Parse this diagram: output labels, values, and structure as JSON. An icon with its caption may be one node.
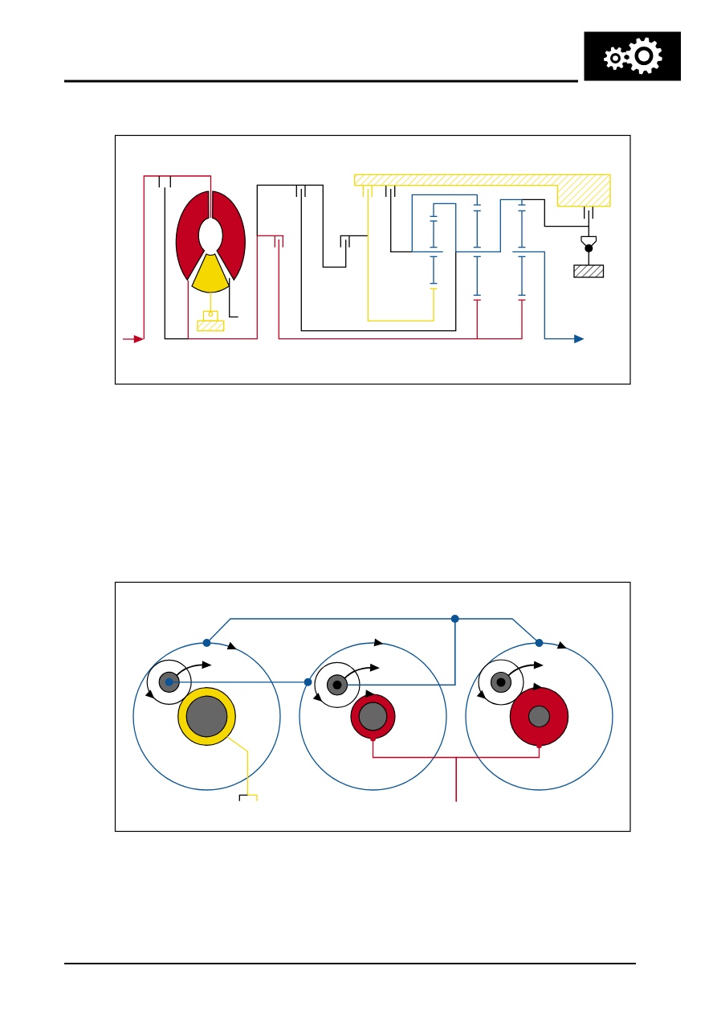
{
  "diagram": {
    "nodes": [
      {
        "text": [],
        "shape": "circle"
      },
      {
        "text": [],
        "shape": "circle",
        "in": 0
      },
      {
        "text": [],
        "shape": "circle",
        "in": 0
      },
      {
        "text": [],
        "shape": "circle"
      },
      {
        "text": [],
        "shape": "circle",
        "in": 3
      },
      {
        "text": [],
        "shape": "circle",
        "in": 3
      },
      {
        "text": [],
        "shape": "circle"
      },
      {
        "text": [],
        "shape": "circle",
        "in": 6
      },
      {
        "text": [],
        "shape": "circle",
        "in": 6
      }
    ],
    "edges": [
      {
        "from": 4,
        "to": 0,
        "arrow": "other"
      },
      {
        "from": 4,
        "to": 6,
        "arrow": "other"
      },
      {
        "from": 1,
        "to": 3,
        "arrow": "other"
      },
      {
        "from": null,
        "to": 5,
        "arrow": "other",
        "color": "#c2001f"
      },
      {
        "from": null,
        "to": 8,
        "arrow": "other",
        "color": "#c2001f"
      },
      {
        "from": 2,
        "to": null,
        "arrow": "none",
        "color": "#f5d800"
      }
    ]
  }
}
